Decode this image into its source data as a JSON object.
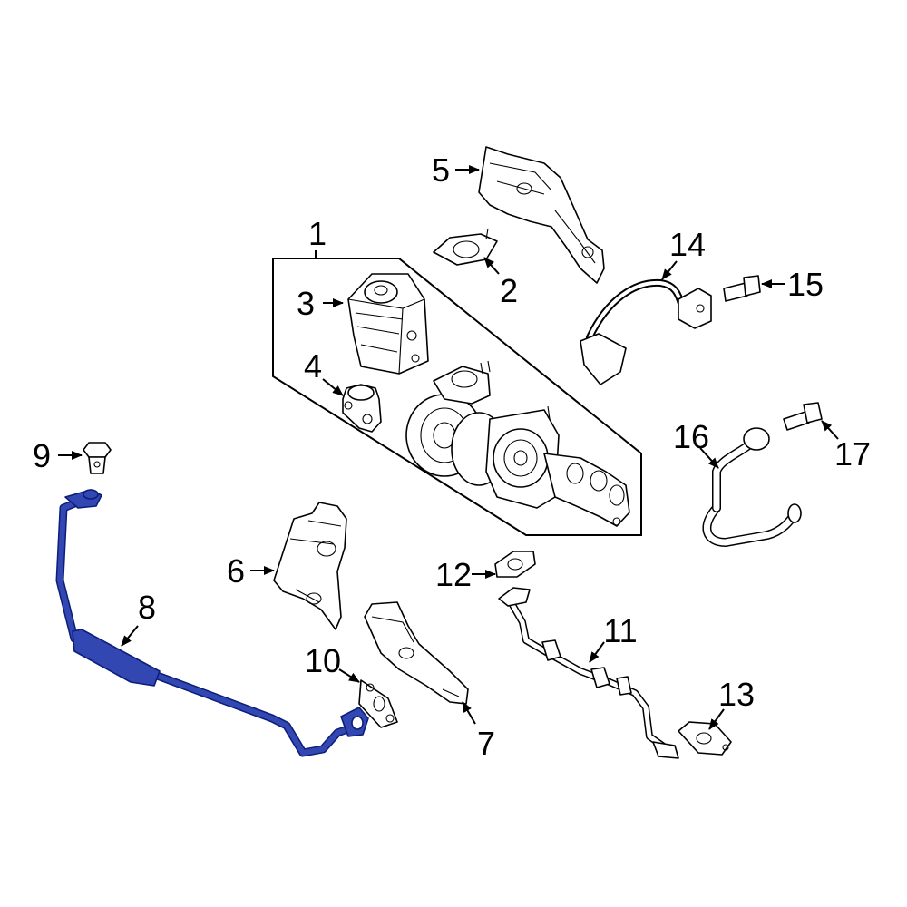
{
  "diagram": {
    "highlight_color": "#3347b2",
    "callouts": [
      {
        "id": "1",
        "text": "1"
      },
      {
        "id": "2",
        "text": "2"
      },
      {
        "id": "3",
        "text": "3"
      },
      {
        "id": "4",
        "text": "4"
      },
      {
        "id": "5",
        "text": "5"
      },
      {
        "id": "6",
        "text": "6"
      },
      {
        "id": "7",
        "text": "7"
      },
      {
        "id": "8",
        "text": "8"
      },
      {
        "id": "9",
        "text": "9"
      },
      {
        "id": "10",
        "text": "10"
      },
      {
        "id": "11",
        "text": "11"
      },
      {
        "id": "12",
        "text": "12"
      },
      {
        "id": "13",
        "text": "13"
      },
      {
        "id": "14",
        "text": "14"
      },
      {
        "id": "15",
        "text": "15"
      },
      {
        "id": "16",
        "text": "16"
      },
      {
        "id": "17",
        "text": "17"
      }
    ]
  }
}
